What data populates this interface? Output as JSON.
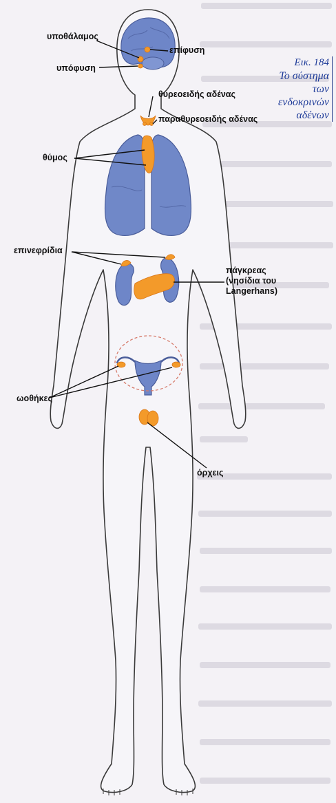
{
  "caption": {
    "figure_number": "Εικ. 184",
    "lines": [
      "Το σύστημα",
      "των",
      "ενδοκρινών",
      "αδένων"
    ]
  },
  "labels": {
    "hypothalamus": "υποθάλαμος",
    "pineal": "επίφυση",
    "pituitary": "υπόφυση",
    "thyroid": "θυρεοειδής αδένας",
    "parathyroid": "παραθυρεοειδής αδένας",
    "thymus": "θύμος",
    "adrenals": "επινεφρίδια",
    "pancreas_lines": [
      "πάγκρεας",
      "(νησίδια του",
      "Langerhans)"
    ],
    "ovaries": "ωοθήκες",
    "testes": "όρχεις"
  },
  "colors": {
    "organ_blue": "#6e86c8",
    "gland_orange": "#f39a2a",
    "caption_blue": "#1f3c99",
    "outline": "#3a3a3a"
  }
}
